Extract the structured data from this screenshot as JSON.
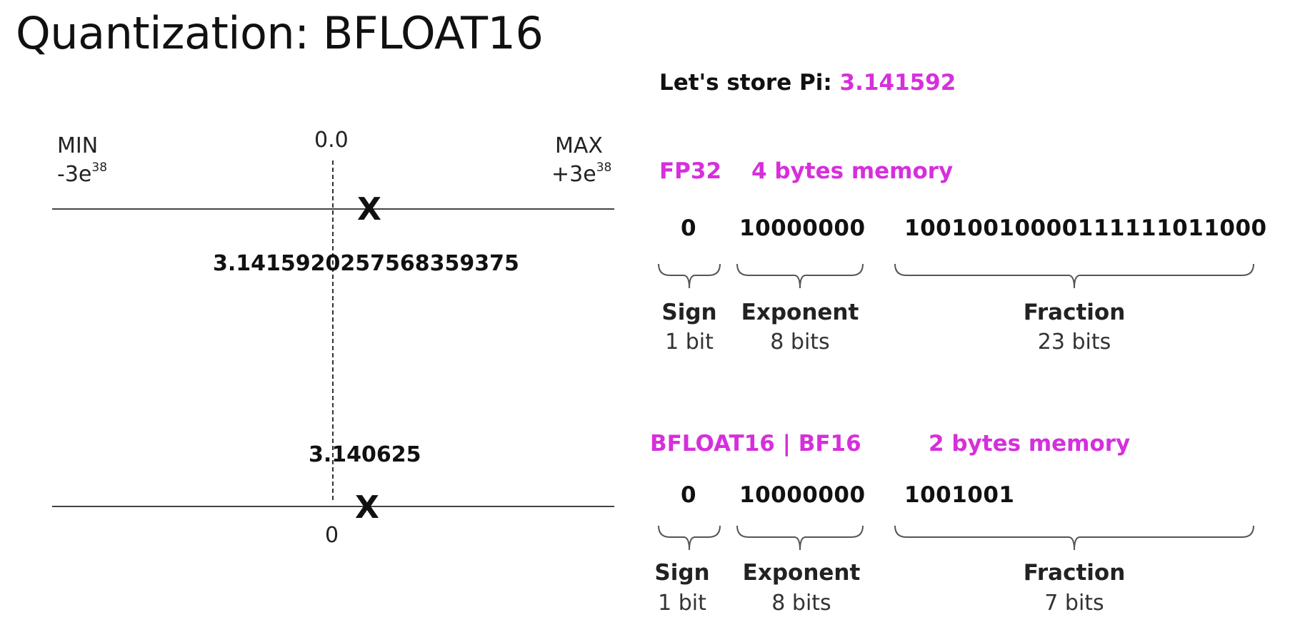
{
  "title": "Quantization: BFLOAT16",
  "number_line": {
    "min_label": "MIN",
    "min_value": "-3e",
    "min_exp": "38",
    "max_label": "MAX",
    "max_value": "+3e",
    "max_exp": "38",
    "zero_label": "0.0",
    "bottom_zero_label": "0",
    "fp32_value": "3.14159202575683593​75",
    "bf16_value": "3.140625",
    "marker": "X"
  },
  "intro": {
    "prefix": "Let's store Pi: ",
    "value": "3.141592"
  },
  "fp32": {
    "name": "FP32",
    "memory": "4 bytes memory",
    "sign_bits": "0",
    "exponent_bits": "10000000",
    "fraction_bits": "10010010000111111011000",
    "sign_label": "Sign",
    "sign_size": "1 bit",
    "exponent_label": "Exponent",
    "exponent_size": "8 bits",
    "fraction_label": "Fraction",
    "fraction_size": "23 bits"
  },
  "bf16": {
    "name": "BFLOAT16 | BF16",
    "memory": "2 bytes memory",
    "sign_bits": "0",
    "exponent_bits": "10000000",
    "fraction_bits": "1001001",
    "sign_label": "Sign",
    "sign_size": "1 bit",
    "exponent_label": "Exponent",
    "exponent_size": "8 bits",
    "fraction_label": "Fraction",
    "fraction_size": "7 bits"
  },
  "colors": {
    "accent": "#d62fdc",
    "text": "#111111",
    "line": "#444444"
  }
}
